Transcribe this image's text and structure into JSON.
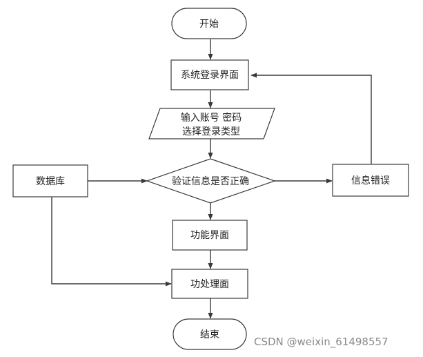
{
  "diagram": {
    "nodes": {
      "start": "开始",
      "login": "系统登录界面",
      "input_line1": "输入账号 密码",
      "input_line2": "选择登录类型",
      "database": "数据库",
      "verify": "验证信息是否正确",
      "error": "信息错误",
      "function": "功能界面",
      "process": "功处理面",
      "end": "结束"
    }
  },
  "watermark": "CSDN @weixin_61498557"
}
